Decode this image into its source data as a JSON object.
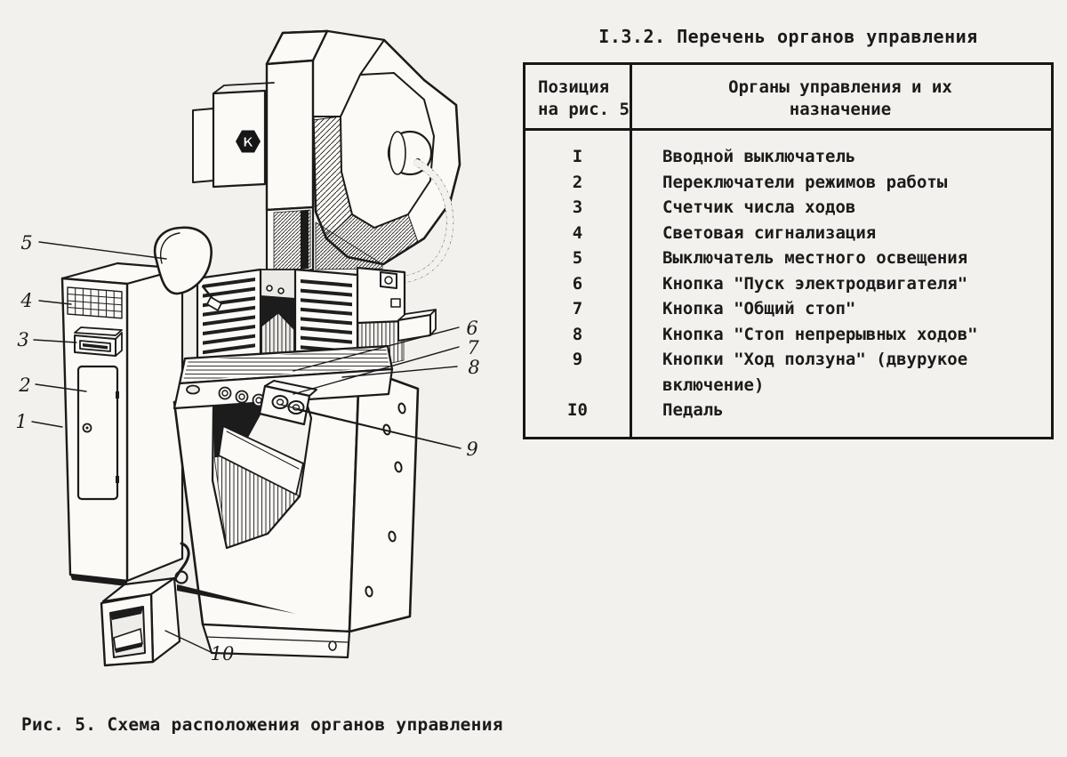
{
  "page": {
    "paper_color": "#f2f1ee",
    "ink_color": "#1b1b1b"
  },
  "section": {
    "title": "I.3.2. Перечень органов управления"
  },
  "controls_table": {
    "headers": {
      "col1": [
        "Позиция",
        "на рис. 5"
      ],
      "col2": [
        "Органы управления и их",
        "назначение"
      ]
    },
    "rows": [
      {
        "pos": "I",
        "desc": "Вводной выключатель"
      },
      {
        "pos": "2",
        "desc": "Переключатели режимов работы"
      },
      {
        "pos": "3",
        "desc": "Счетчик числа ходов"
      },
      {
        "pos": "4",
        "desc": "Световая сигнализация"
      },
      {
        "pos": "5",
        "desc": "Выключатель местного освещения"
      },
      {
        "pos": "6",
        "desc": "Кнопка \"Пуск электродвигателя\""
      },
      {
        "pos": "7",
        "desc": "Кнопка \"Общий стоп\""
      },
      {
        "pos": "8",
        "desc": "Кнопка \"Стоп непрерывных ходов\""
      },
      {
        "pos": "9",
        "desc": "Кнопки \"Ход ползуна\" (двурукое включение)"
      },
      {
        "pos": "I0",
        "desc": "Педаль"
      }
    ]
  },
  "figure": {
    "caption": "Рис. 5. Схема расположения органов управления",
    "logo_letter": "К",
    "callouts": {
      "c1": "1",
      "c2": "2",
      "c3": "3",
      "c4": "4",
      "c5": "5",
      "c6": "6",
      "c7": "7",
      "c8": "8",
      "c9": "9",
      "c10": "10"
    }
  }
}
